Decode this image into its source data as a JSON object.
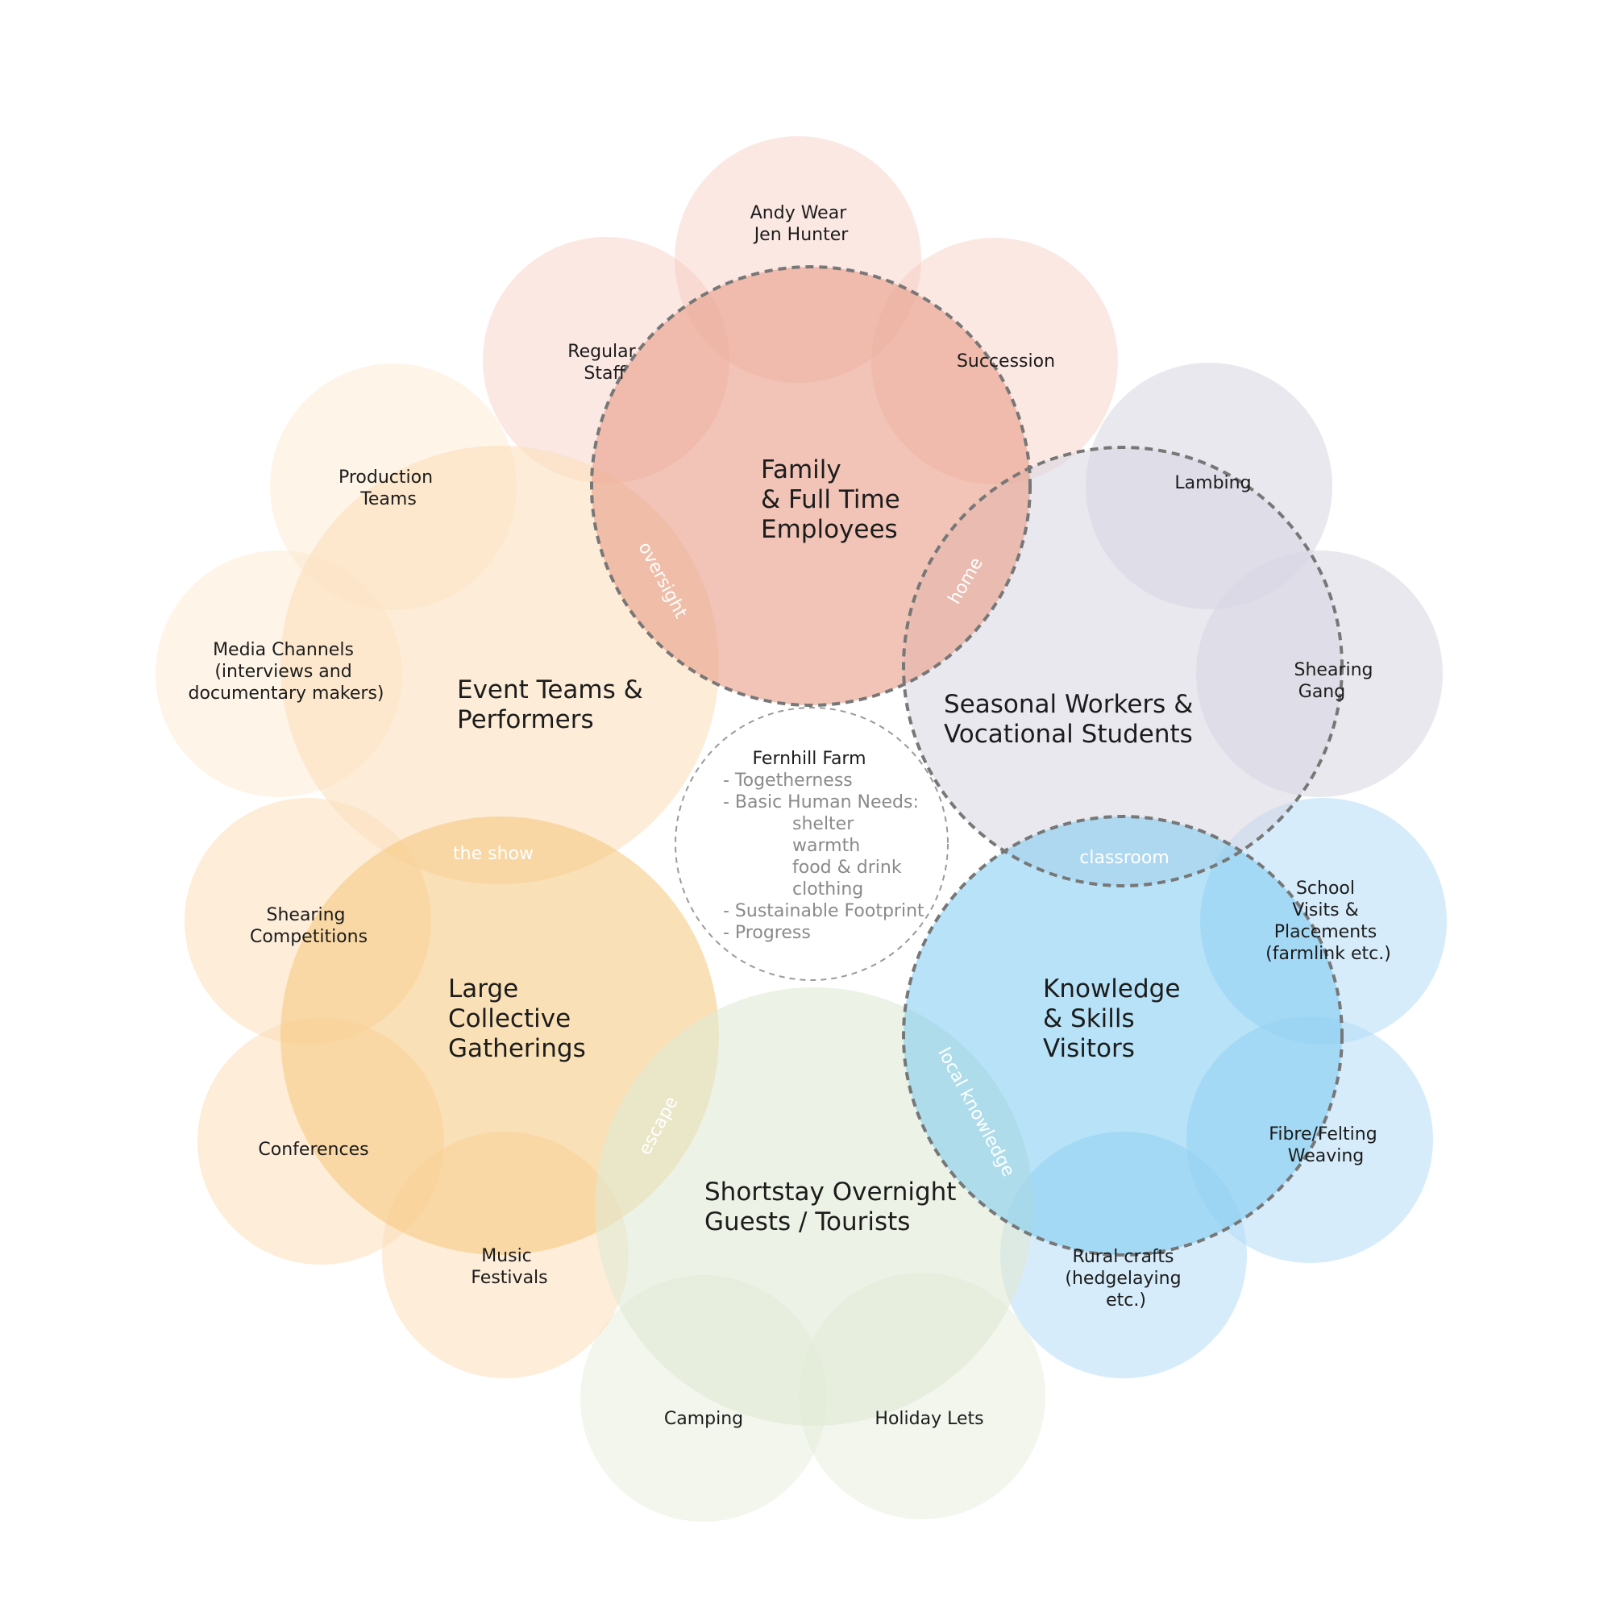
{
  "diagram": {
    "center": {
      "title": "Fernhill Farm",
      "lines": [
        "- Togetherness",
        "- Basic Human Needs:",
        "shelter",
        "warmth",
        "food & drink",
        "clothing",
        "- Sustainable Footprint",
        "- Progress"
      ]
    },
    "groups": [
      {
        "id": "family",
        "label_lines": [
          "Family",
          "& Full Time",
          "Employees"
        ],
        "color": "#e8a08a",
        "subcircles": [
          {
            "label_lines": [
              "Andy Wear",
              "Jen Hunter"
            ]
          },
          {
            "label_lines": [
              "Regular",
              "Staff"
            ]
          },
          {
            "label_lines": [
              "Succession"
            ]
          }
        ]
      },
      {
        "id": "seasonal",
        "label_lines": [
          "Seasonal Workers &",
          "Vocational Students"
        ],
        "color": "#d7d5e2",
        "subcircles": [
          {
            "label_lines": [
              "Lambing"
            ]
          },
          {
            "label_lines": [
              "Shearing",
              "Gang"
            ]
          }
        ]
      },
      {
        "id": "knowledge",
        "label_lines": [
          "Knowledge",
          "& Skills",
          "Visitors"
        ],
        "color": "#7ccbf1",
        "subcircles": [
          {
            "label_lines": [
              "School",
              "Visits &",
              "Placements",
              "(farmlink etc.)"
            ]
          },
          {
            "label_lines": [
              "Fibre/Felting",
              "Weaving"
            ]
          },
          {
            "label_lines": [
              "Rural crafts",
              "(hedgelaying",
              "etc.)"
            ]
          }
        ]
      },
      {
        "id": "shortstay",
        "label_lines": [
          "Shortstay Overnight",
          "Guests / Tourists"
        ],
        "color": "#dfe9d3",
        "subcircles": [
          {
            "label_lines": [
              "Camping"
            ]
          },
          {
            "label_lines": [
              "Holiday Lets"
            ]
          }
        ]
      },
      {
        "id": "gatherings",
        "label_lines": [
          "Large",
          "Collective",
          "Gatherings"
        ],
        "color": "#f5cc86",
        "subcircles": [
          {
            "label_lines": [
              "Shearing",
              "Competitions"
            ]
          },
          {
            "label_lines": [
              "Conferences"
            ]
          },
          {
            "label_lines": [
              "Music",
              "Festivals"
            ]
          }
        ]
      },
      {
        "id": "events",
        "label_lines": [
          "Event Teams &",
          "Performers"
        ],
        "color": "#fbdfbd",
        "subcircles": [
          {
            "label_lines": [
              "Production",
              "Teams"
            ]
          },
          {
            "label_lines": [
              "Media Channels",
              "(interviews and",
              "documentary makers)"
            ]
          }
        ]
      }
    ],
    "overlaps": [
      {
        "label": "oversight",
        "between": [
          "family",
          "events"
        ]
      },
      {
        "label": "home",
        "between": [
          "family",
          "seasonal"
        ]
      },
      {
        "label": "classroom",
        "between": [
          "seasonal",
          "knowledge"
        ]
      },
      {
        "label": "local knowledge",
        "between": [
          "knowledge",
          "shortstay"
        ]
      },
      {
        "label": "escape",
        "between": [
          "shortstay",
          "gatherings"
        ]
      },
      {
        "label": "the show",
        "between": [
          "gatherings",
          "events"
        ]
      }
    ]
  }
}
